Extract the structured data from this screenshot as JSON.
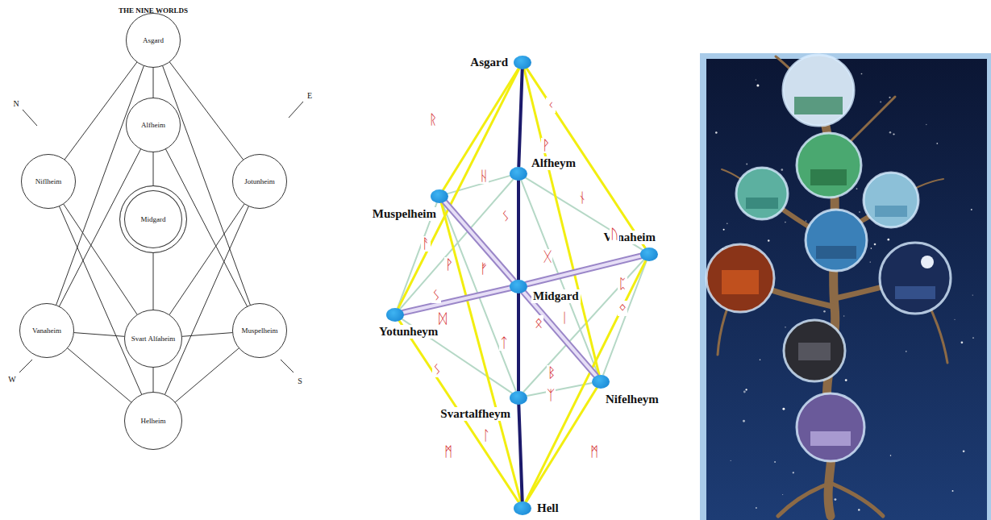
{
  "diagram": {
    "title": "THE NINE WORLDS",
    "nodes": [
      {
        "text": [
          "Asgard"
        ]
      },
      {
        "text": [
          "Niflheim"
        ]
      },
      {
        "text": [
          "Alfheim"
        ]
      },
      {
        "text": [
          "Jotunheim"
        ]
      },
      {
        "text": [
          "Midgard"
        ]
      },
      {
        "text": [
          "Vanaheim"
        ]
      },
      {
        "text": [
          "Muspelheim"
        ]
      },
      {
        "text": [
          "Svart Alfaheim"
        ]
      },
      {
        "text": [
          "Helheim"
        ]
      },
      {
        "text": [
          "Asgard"
        ]
      },
      {
        "text": [
          "Alfheym"
        ]
      },
      {
        "text": [
          "Muspelheim"
        ]
      },
      {
        "text": [
          "Vanaheim"
        ]
      },
      {
        "text": [
          "Midgard"
        ]
      },
      {
        "text": [
          "Yotunheym"
        ]
      },
      {
        "text": [
          "Svartalfheym"
        ]
      },
      {
        "text": [
          "Nifelheym"
        ]
      },
      {
        "text": [
          "Hell"
        ]
      }
    ],
    "edges": [
      {
        "from": 0,
        "to": 2,
        "arrow": "none"
      },
      {
        "from": 0,
        "to": 1,
        "arrow": "none"
      },
      {
        "from": 0,
        "to": 3,
        "arrow": "none"
      },
      {
        "from": 0,
        "to": 5,
        "arrow": "none"
      },
      {
        "from": 0,
        "to": 6,
        "arrow": "none"
      },
      {
        "from": 2,
        "to": 4,
        "arrow": "none"
      },
      {
        "from": 2,
        "to": 5,
        "arrow": "none"
      },
      {
        "from": 2,
        "to": 6,
        "arrow": "none"
      },
      {
        "from": 1,
        "to": 7,
        "arrow": "none"
      },
      {
        "from": 3,
        "to": 7,
        "arrow": "none"
      },
      {
        "from": 1,
        "to": 8,
        "arrow": "none"
      },
      {
        "from": 3,
        "to": 8,
        "arrow": "none"
      },
      {
        "from": 5,
        "to": 7,
        "arrow": "none"
      },
      {
        "from": 7,
        "to": 6,
        "arrow": "none"
      },
      {
        "from": 4,
        "to": 7,
        "arrow": "none"
      },
      {
        "from": 7,
        "to": 8,
        "arrow": "none"
      },
      {
        "from": 5,
        "to": 8,
        "arrow": "none"
      },
      {
        "from": 6,
        "to": 8,
        "arrow": "none"
      },
      {
        "from": 10,
        "to": 11,
        "arrow": "none"
      },
      {
        "from": 10,
        "to": 12,
        "arrow": "none"
      },
      {
        "from": 10,
        "to": 14,
        "arrow": "none"
      },
      {
        "from": 10,
        "to": 16,
        "arrow": "none"
      },
      {
        "from": 11,
        "to": 15,
        "arrow": "none"
      },
      {
        "from": 12,
        "to": 15,
        "arrow": "none"
      },
      {
        "from": 14,
        "to": 15,
        "arrow": "none"
      },
      {
        "from": 16,
        "to": 15,
        "arrow": "none"
      },
      {
        "from": 11,
        "to": 14,
        "arrow": "none"
      },
      {
        "from": 12,
        "to": 16,
        "arrow": "none"
      },
      {
        "from": 9,
        "to": 11,
        "arrow": "none"
      },
      {
        "from": 9,
        "to": 14,
        "arrow": "none"
      },
      {
        "from": 9,
        "to": 12,
        "arrow": "none"
      },
      {
        "from": 9,
        "to": 16,
        "arrow": "none"
      },
      {
        "from": 11,
        "to": 17,
        "arrow": "none"
      },
      {
        "from": 14,
        "to": 17,
        "arrow": "none"
      },
      {
        "from": 12,
        "to": 17,
        "arrow": "none"
      },
      {
        "from": 16,
        "to": 17,
        "arrow": "none"
      },
      {
        "from": 11,
        "to": 13,
        "arrow": "none"
      },
      {
        "from": 13,
        "to": 16,
        "arrow": "none"
      },
      {
        "from": 14,
        "to": 13,
        "arrow": "none"
      },
      {
        "from": 13,
        "to": 12,
        "arrow": "none"
      },
      {
        "from": 9,
        "to": 10,
        "arrow": "none"
      },
      {
        "from": 10,
        "to": 13,
        "arrow": "none"
      },
      {
        "from": 13,
        "to": 15,
        "arrow": "none"
      },
      {
        "from": 15,
        "to": 17,
        "arrow": "none"
      }
    ],
    "labels": [
      "N",
      "E",
      "W",
      "S",
      "ᚱ",
      "ᚲ",
      "ᚹ",
      "ᚺ",
      "ᚾ",
      "ᚨ",
      "ᛊ",
      "ᚢ",
      "ᚹ",
      "ᚠ",
      "ᚷ",
      "ᛈ",
      "ᛊ",
      "ᛞ",
      "ᛟ",
      "ᛁ",
      "ᛜ",
      "ᛏ",
      "ᛊ",
      "ᛒ",
      "ᛉ",
      "ᛚ",
      "ᛗ",
      "ᛗ"
    ]
  }
}
